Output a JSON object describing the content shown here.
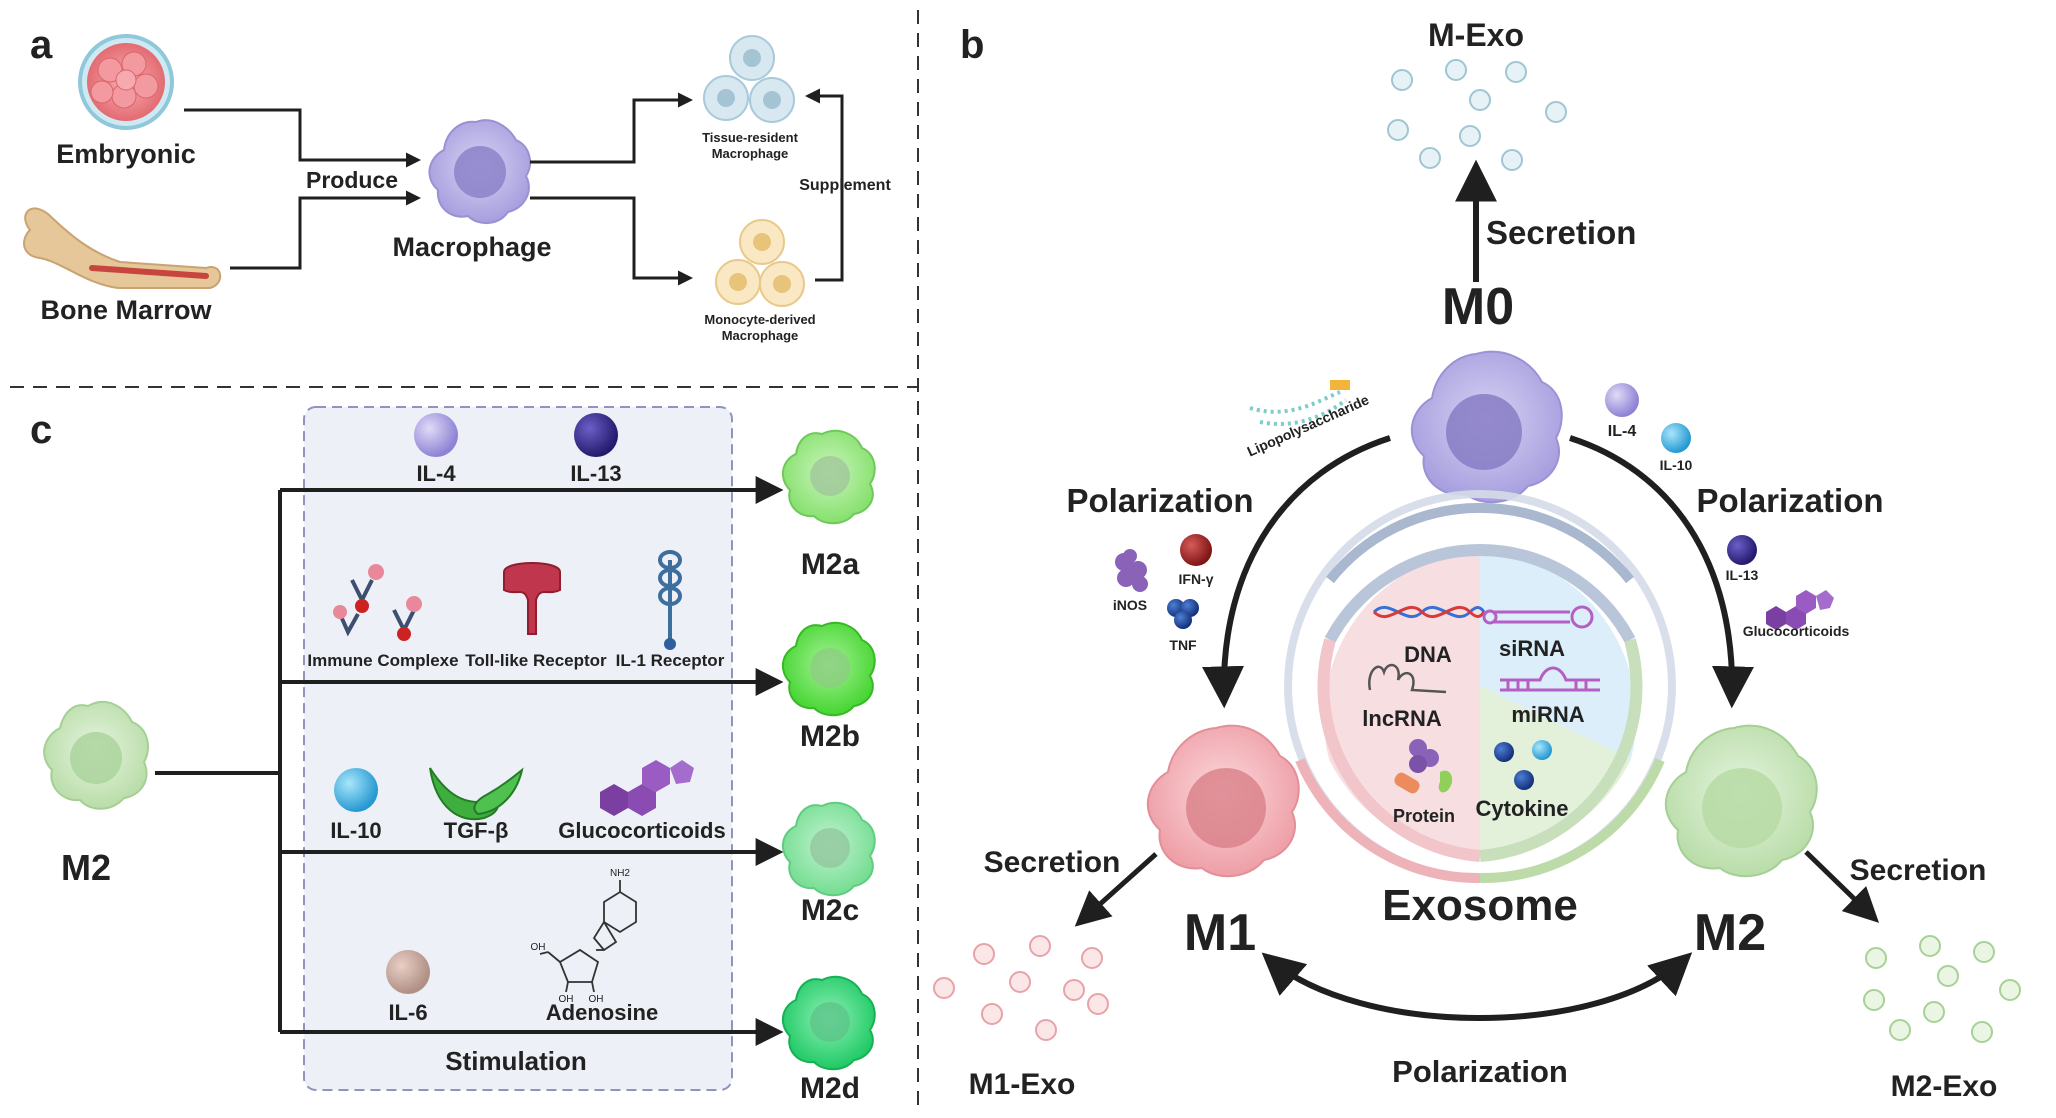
{
  "panels": {
    "a": "a",
    "b": "b",
    "c": "c"
  },
  "panel_a": {
    "embryonic": "Embryonic",
    "bone_marrow": "Bone Marrow",
    "produce": "Produce",
    "macrophage": "Macrophage",
    "tissue_resident_1": "Tissue-resident",
    "tissue_resident_2": "Macrophage",
    "monocyte_derived_1": "Monocyte-derived",
    "monocyte_derived_2": "Macrophage",
    "supplement": "Supplement"
  },
  "panel_b": {
    "m_exo": "M-Exo",
    "secretion_top": "Secretion",
    "m0": "M0",
    "lps": "Lipopolysaccharide",
    "il4": "IL-4",
    "il10": "IL-10",
    "polarization_left": "Polarization",
    "polarization_right": "Polarization",
    "ifn": "IFN-γ",
    "inos": "iNOS",
    "tnf": "TNF",
    "il13": "IL-13",
    "glucocorticoids": "Glucocorticoids",
    "dna": "DNA",
    "sirna": "siRNA",
    "lncrna": "lncRNA",
    "mirna": "miRNA",
    "protein": "Protein",
    "cytokine": "Cytokine",
    "exosome": "Exosome",
    "m1": "M1",
    "m2": "M2",
    "secretion_left": "Secretion",
    "secretion_right": "Secretion",
    "m1_exo": "M1-Exo",
    "m2_exo": "M2-Exo",
    "polarization_bottom": "Polarization"
  },
  "panel_c": {
    "m2": "M2",
    "il4": "IL-4",
    "il13": "IL-13",
    "m2a": "M2a",
    "immune_complexe": "Immune Complexe",
    "toll_like_receptor": "Toll-like Receptor",
    "il1_receptor": "IL-1 Receptor",
    "m2b": "M2b",
    "il10": "IL-10",
    "tgf": "TGF-β",
    "glucocorticoids": "Glucocorticoids",
    "m2c": "M2c",
    "il6": "IL-6",
    "adenosine": "Adenosine",
    "stimulation": "Stimulation",
    "m2d": "M2d",
    "nh2": "NH2",
    "oh1": "OH",
    "oh2": "OH",
    "oh3": "OH"
  },
  "colors": {
    "m0": "#b9b3e6",
    "m1": "#f2b8bd",
    "m2": "#cfe8c4",
    "m2a": "#9ee88a",
    "m2b": "#5fe04d",
    "m2c": "#8ee6a6",
    "m2d": "#38d97a",
    "arrow": "#1f1f1f"
  }
}
